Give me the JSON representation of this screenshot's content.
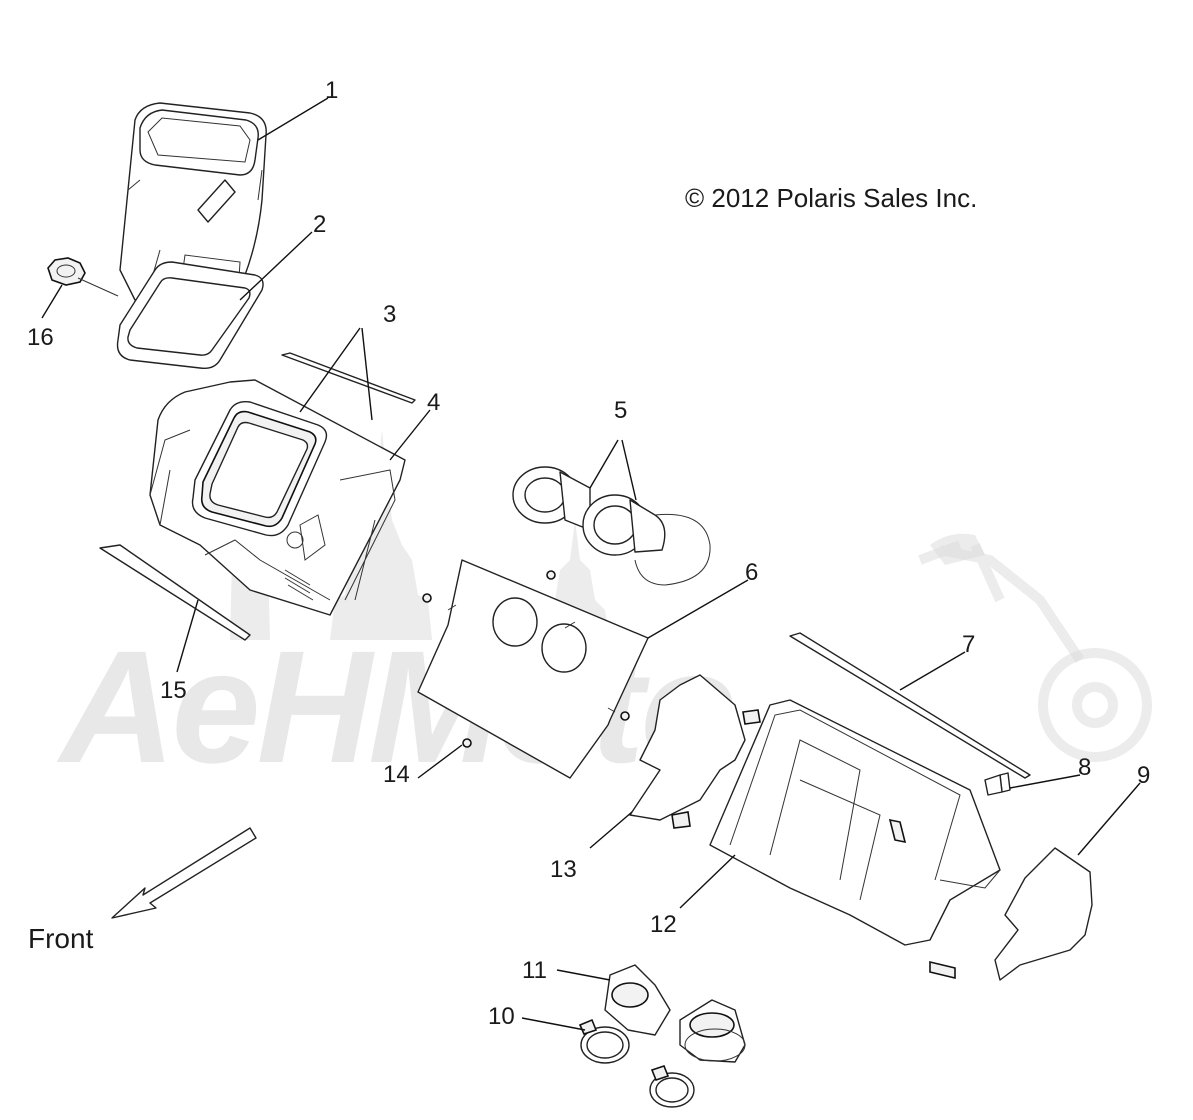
{
  "copyright": "© 2012 Polaris Sales Inc.",
  "front_label": "Front",
  "watermark_text": "AeHMoto",
  "callouts": [
    {
      "id": "1",
      "label": "1"
    },
    {
      "id": "2",
      "label": "2"
    },
    {
      "id": "3",
      "label": "3"
    },
    {
      "id": "4",
      "label": "4"
    },
    {
      "id": "5",
      "label": "5"
    },
    {
      "id": "6",
      "label": "6"
    },
    {
      "id": "7",
      "label": "7"
    },
    {
      "id": "8",
      "label": "8"
    },
    {
      "id": "9",
      "label": "9"
    },
    {
      "id": "10",
      "label": "10"
    },
    {
      "id": "11",
      "label": "11"
    },
    {
      "id": "12",
      "label": "12"
    },
    {
      "id": "13",
      "label": "13"
    },
    {
      "id": "14",
      "label": "14"
    },
    {
      "id": "15",
      "label": "15"
    },
    {
      "id": "16",
      "label": "16"
    }
  ]
}
